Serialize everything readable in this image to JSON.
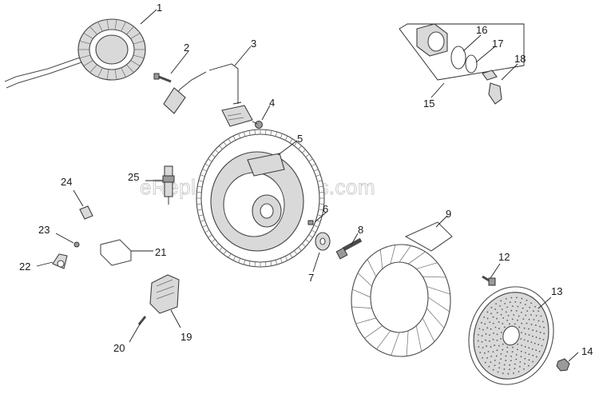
{
  "watermark": "eReplacementParts.com",
  "callouts": [
    "1",
    "2",
    "3",
    "4",
    "5",
    "6",
    "7",
    "8",
    "9",
    "12",
    "13",
    "14",
    "15",
    "16",
    "17",
    "18",
    "19",
    "20",
    "21",
    "22",
    "23",
    "24",
    "25"
  ],
  "colors": {
    "line": "#4a4a4a",
    "text": "#1a1a1a",
    "watermark": "#c8c8c8",
    "background": "#ffffff"
  }
}
